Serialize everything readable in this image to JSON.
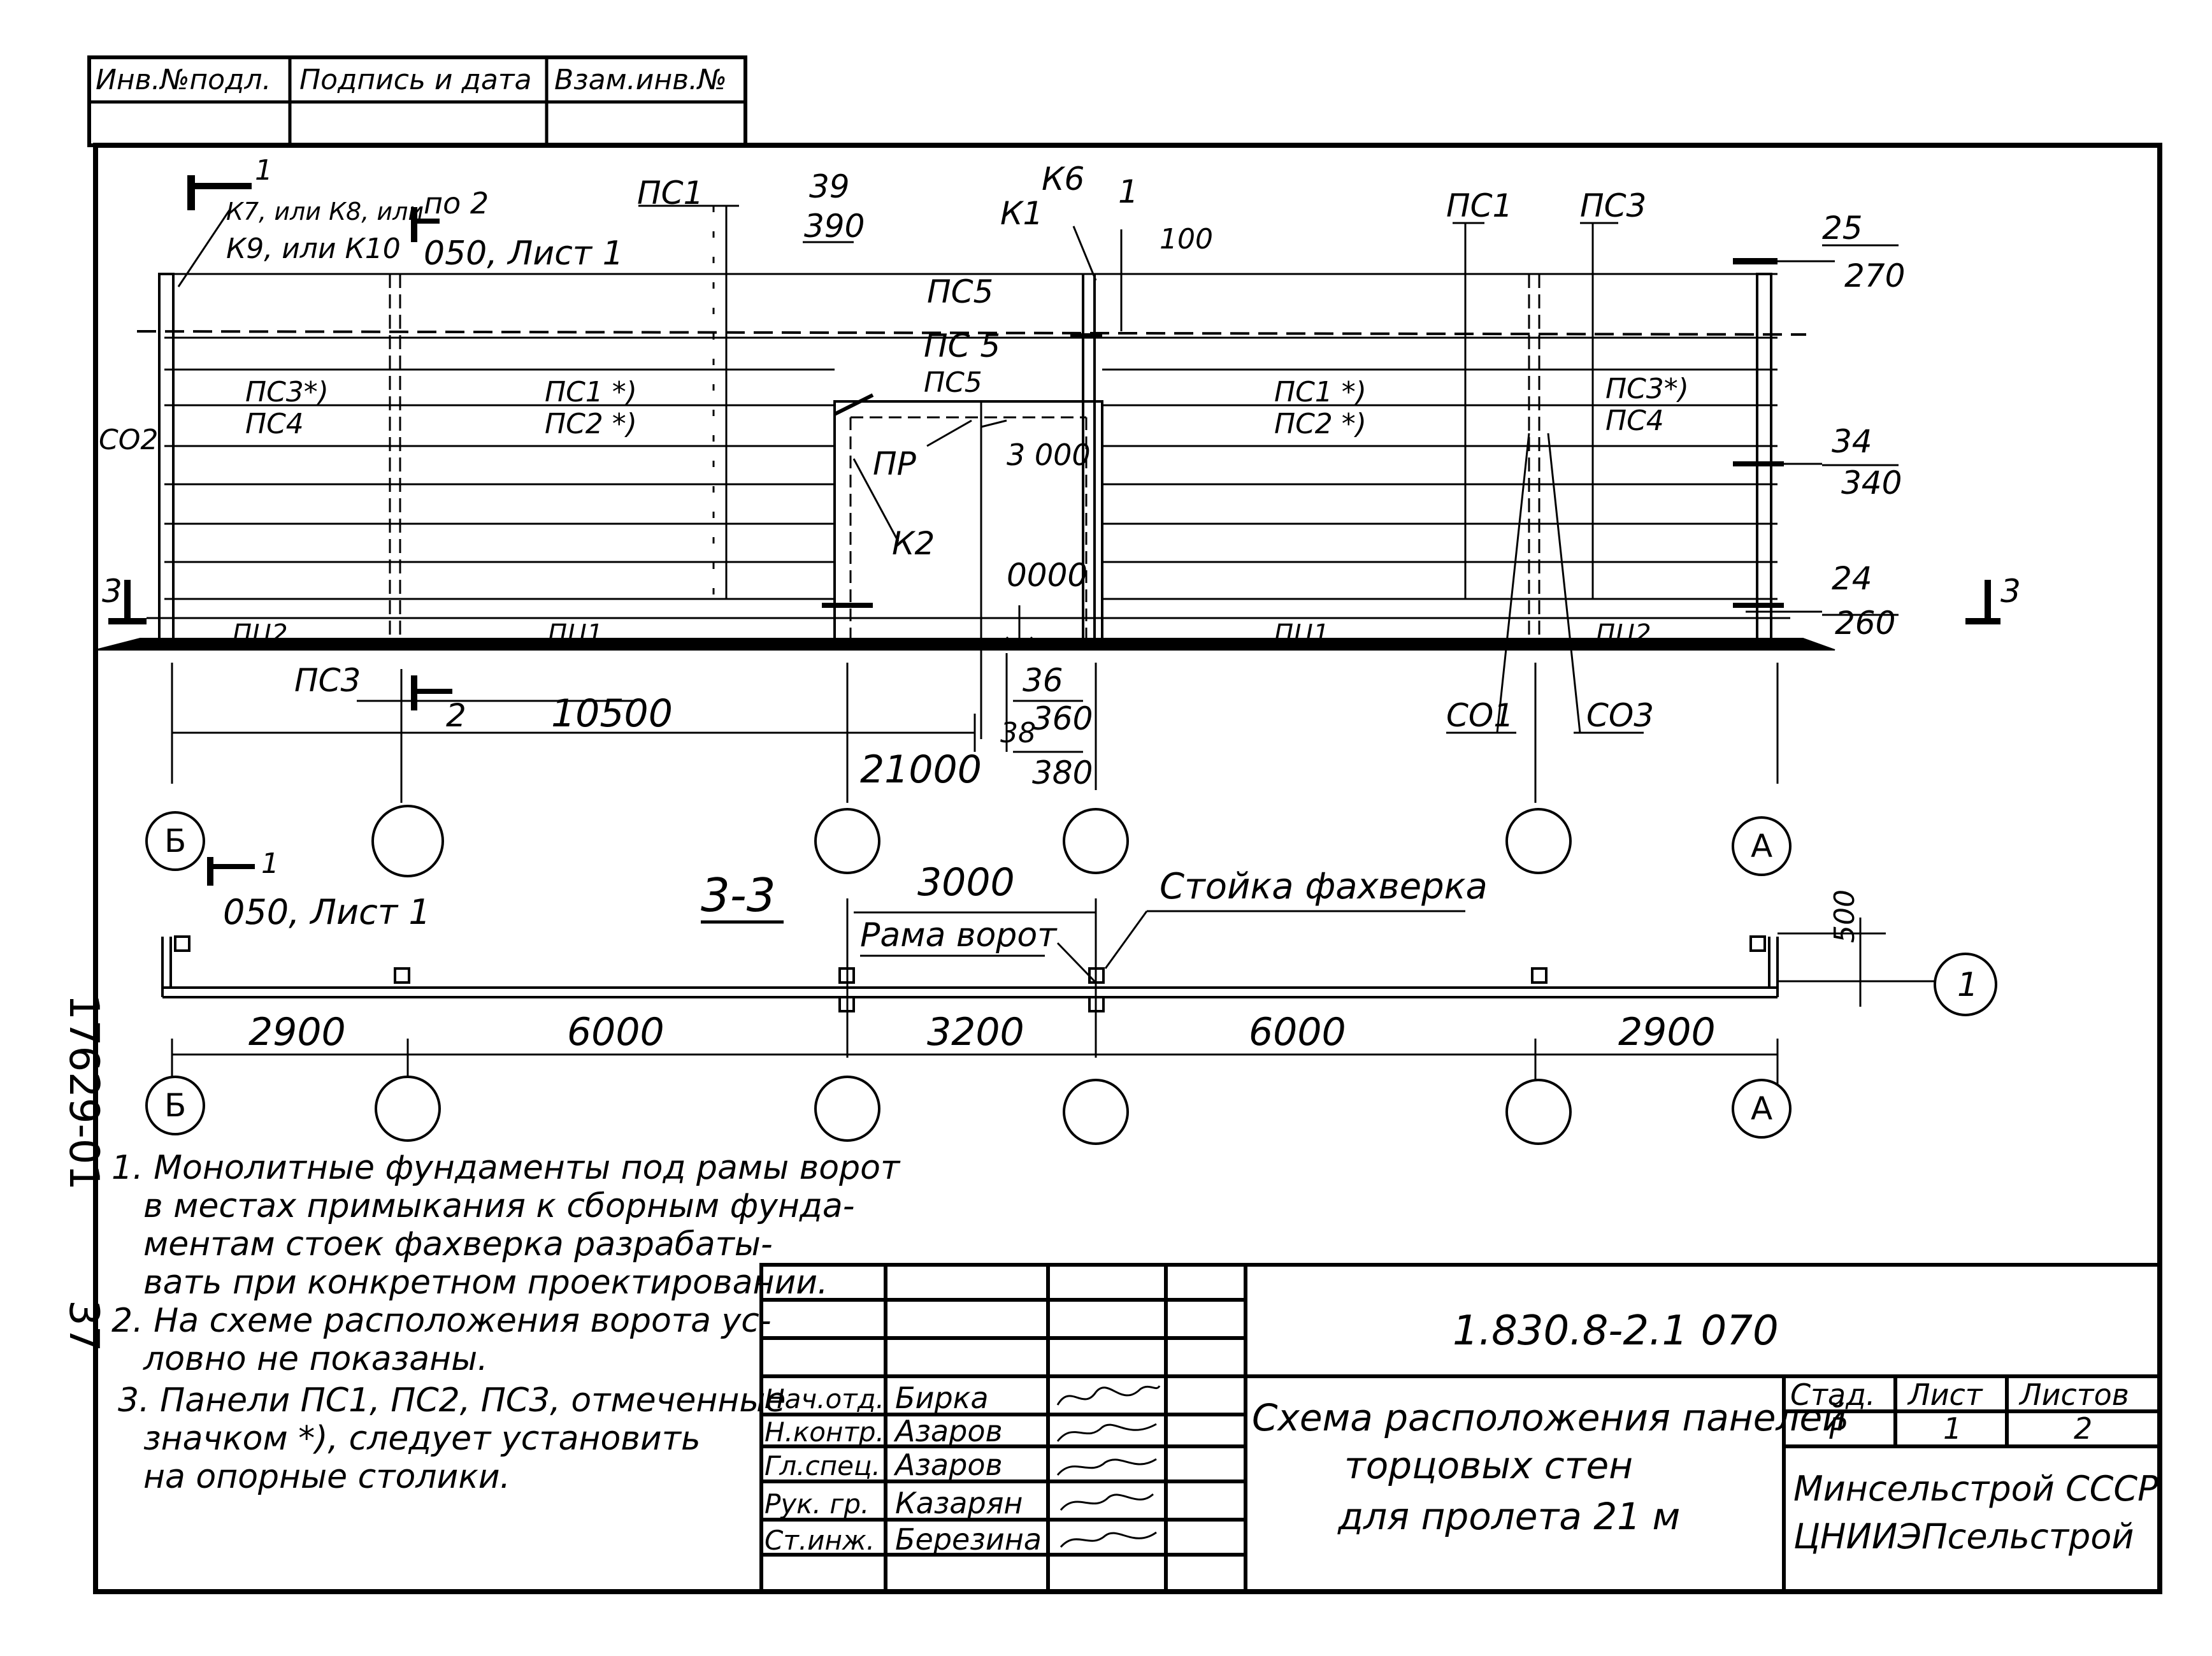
{
  "inventory_header": {
    "col1": "Инв.№подл.",
    "col2": "Подпись и дата",
    "col3": "Взам.инв.№"
  },
  "elevation_labels": {
    "k7_group_a": "К7, или К8, или",
    "k7_group_b": "К9, или К10",
    "section_1": "1",
    "ref_2": "по 2",
    "ref_sheet": "050, Лист 1",
    "ps1_left": "ПС1",
    "ps1_right": "ПС1",
    "ps3_right": "ПС3",
    "v39": "39",
    "v390": "390",
    "k6": "К6",
    "k1": "К1",
    "mark_1": "1",
    "v100": "100",
    "v25": "25",
    "v270": "270",
    "ps5_a": "ПС5",
    "ps5_b": "ПС 5",
    "ps5_c": "ПС5",
    "ps3s_left": "ПС3*)",
    "ps4_left": "ПС4",
    "ps1s_left": "ПС1 *)",
    "ps2s_left": "ПС2 *)",
    "ps1s_right": "ПС1 *)",
    "ps2s_right": "ПС2 *)",
    "ps3s_right": "ПС3*)",
    "ps4_right": "ПС4",
    "co2": "СО2",
    "pr": "ПР",
    "v3000_top": "3 000",
    "v34": "34",
    "v340": "340",
    "k2": "К2",
    "v0000": "0000",
    "v24": "24",
    "v260": "260",
    "sec3_left": "3",
    "sec3_right": "3",
    "pc2_left": "ПЦ2",
    "pc1_left": "ПЦ1",
    "pc1_right": "ПЦ1",
    "pc2_right": "ПЦ2",
    "ps3_bottom": "ПС3",
    "section_2": "2",
    "dim_10500": "10500",
    "v36": "36",
    "v360": "360",
    "v38": "38",
    "v380": "380",
    "dim_21000": "21000",
    "co1": "СО1",
    "co3": "СО3"
  },
  "axes": {
    "left": "Б",
    "right": "А"
  },
  "plan_labels": {
    "section_title": "3-3",
    "ref_1": "1",
    "ref_sheet": "050, Лист 1",
    "dim_3000": "3000",
    "gate_frame": "Рама ворот",
    "post": "Стойка фахверка",
    "dim_500": "500",
    "callout_1": "1",
    "dim_2900_left": "2900",
    "dim_6000_left": "6000",
    "dim_3200": "3200",
    "dim_6000_right": "6000",
    "dim_2900_right": "2900"
  },
  "notes": [
    "1. Монолитные фундаменты под рамы ворот",
    "в местах примыкания к сборным фунда-",
    "ментам стоек фахверка разрабаты-",
    "вать при конкретном проектировании.",
    "2. На схеме расположения ворота ус-",
    "ловно не показаны.",
    "3. Панели ПС1, ПС2, ПС3, отмеченные",
    "значком *), следует установить",
    "на опорные столики."
  ],
  "side_stamp": {
    "number": "17629-01",
    "page": "37"
  },
  "title_block": {
    "doc_code": "1.830.8-2.1 070",
    "title_line1": "Схема расположения панелей",
    "title_line2": "торцовых стен",
    "title_line3": "для пролета 21 м",
    "stage_label": "Стад.",
    "sheet_label": "Лист",
    "sheets_label": "Листов",
    "stage_value": "Р",
    "sheet_value": "1",
    "sheets_value": "2",
    "org_line1": "Минсельстрой СССР",
    "org_line2": "ЦНИИЭПсельстрой",
    "roles": [
      "Нач.отд.",
      "Н.контр.",
      "Гл.спец.",
      "Рук. гр.",
      "Ст.инж."
    ],
    "names": [
      "Бирка",
      "Азаров",
      "Азаров",
      "Казарян",
      "Березина"
    ]
  }
}
